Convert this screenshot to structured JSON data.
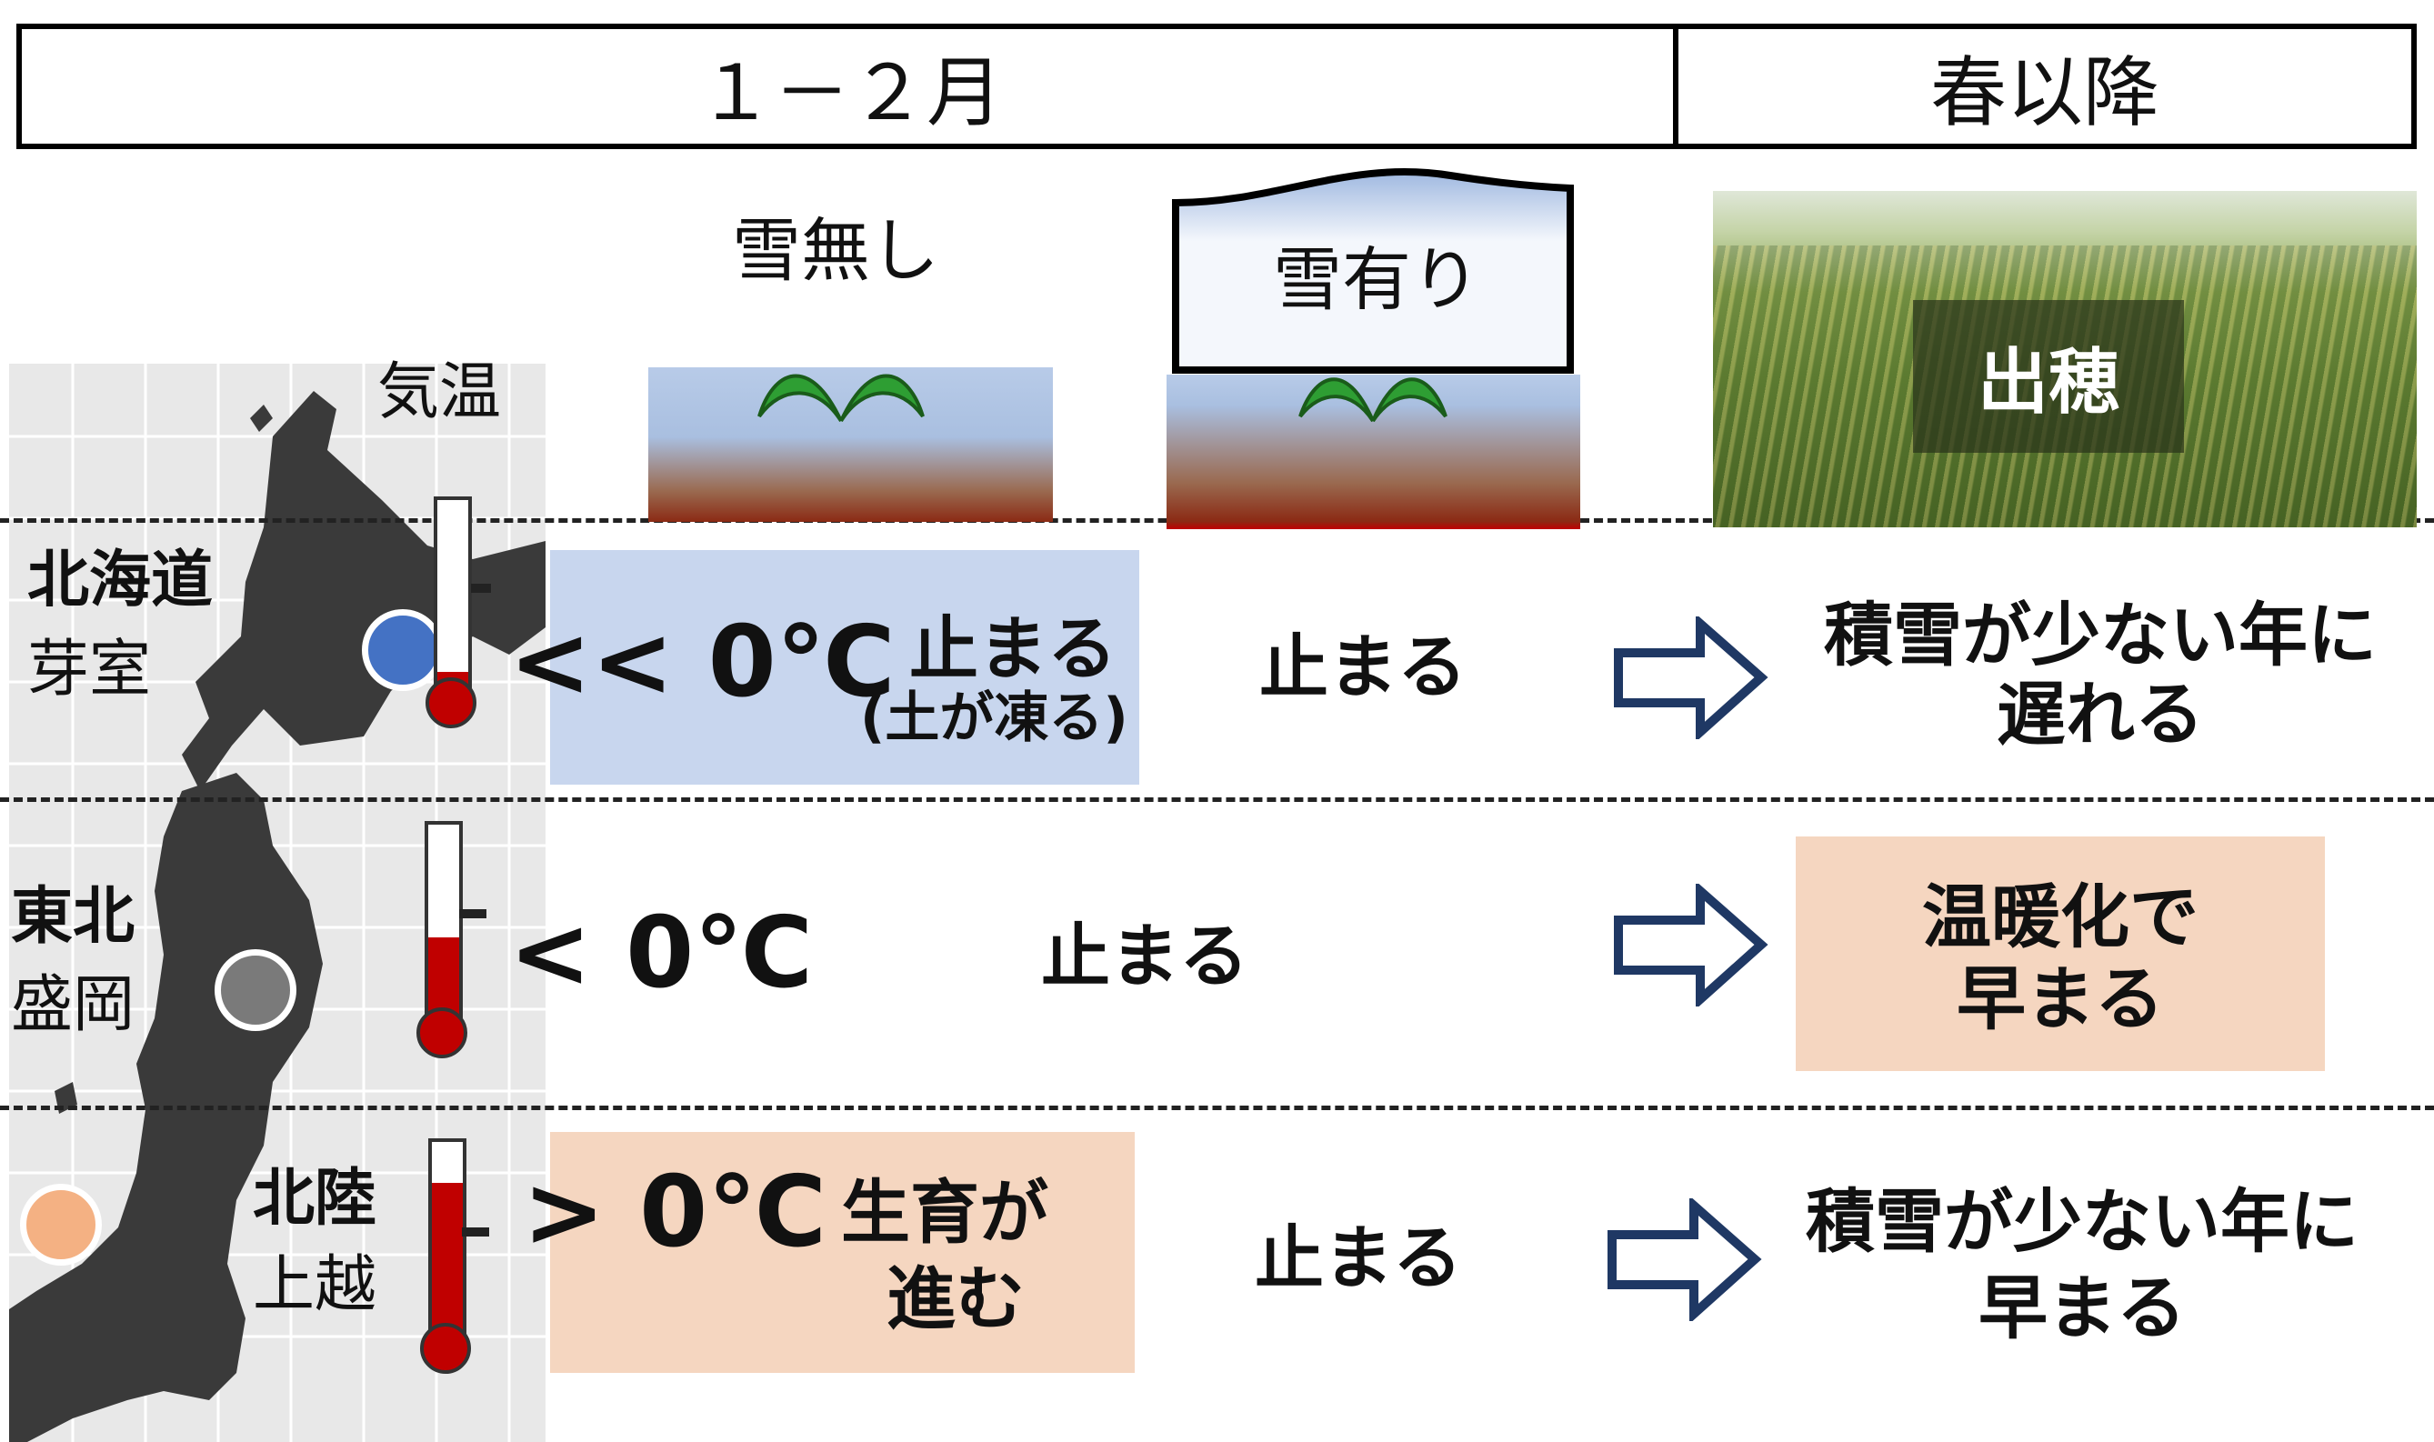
{
  "header": {
    "period1": "１－２月",
    "period2": "春以降"
  },
  "scenarios": {
    "no_snow": "雪無し",
    "snow": "雪有り",
    "heading": "出穂"
  },
  "temp_label": "気温",
  "regions": [
    {
      "region": "北海道",
      "city": "芽室",
      "temp": "<< 0℃",
      "no_snow_growth": "止まる",
      "no_snow_note": "(土が凍る)",
      "snow_growth": "止まる",
      "outcome": [
        "積雪が少ない年に",
        "遅れる"
      ],
      "dot_color": "#4472c4",
      "thermo_fill": 0.12
    },
    {
      "region": "東北",
      "city": "盛岡",
      "temp": "< 0℃",
      "no_snow_growth": "止まる",
      "snow_growth": "",
      "outcome": [
        "温暖化で",
        "早まる"
      ],
      "dot_color": "#7a7a7a",
      "thermo_fill": 0.45
    },
    {
      "region": "北陸",
      "city": "上越",
      "temp": "> 0℃",
      "no_snow_growth": "生育が",
      "no_snow_growth2": "進む",
      "snow_growth": "止まる",
      "outcome": [
        "積雪が少ない年に",
        "早まる"
      ],
      "dot_color": "#f4b183",
      "thermo_fill": 0.8
    }
  ],
  "colors": {
    "highlight_blue": "#c8d6ee",
    "highlight_peach": "#f5d6c0",
    "arrow": "#1f3864",
    "thermo_red": "#c00000",
    "map_dark": "#3a3a3a",
    "map_bg": "#e6e6e6"
  }
}
